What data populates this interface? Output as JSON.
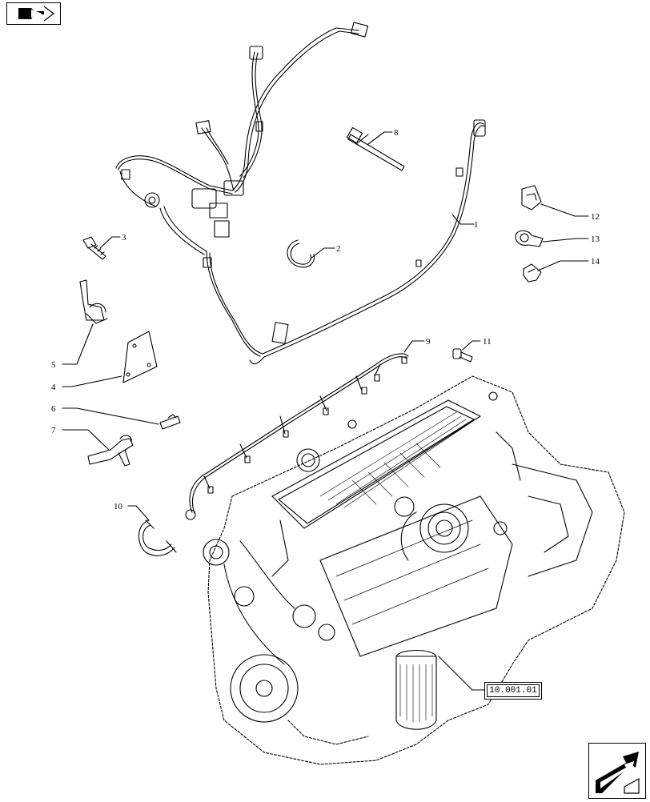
{
  "callouts": [
    {
      "id": "1",
      "label": "1"
    },
    {
      "id": "2",
      "label": "2"
    },
    {
      "id": "3",
      "label": "3"
    },
    {
      "id": "4",
      "label": "4"
    },
    {
      "id": "5",
      "label": "5"
    },
    {
      "id": "6",
      "label": "6"
    },
    {
      "id": "7",
      "label": "7"
    },
    {
      "id": "8",
      "label": "8"
    },
    {
      "id": "9",
      "label": "9"
    },
    {
      "id": "10",
      "label": "10"
    },
    {
      "id": "11",
      "label": "11"
    },
    {
      "id": "12",
      "label": "12"
    },
    {
      "id": "13",
      "label": "13"
    },
    {
      "id": "14",
      "label": "14"
    }
  ],
  "reference": {
    "label": "10.001.01"
  },
  "nav": {
    "top_icon": "book-arrow-icon",
    "bottom_icon": "next-page-arrow-icon"
  }
}
